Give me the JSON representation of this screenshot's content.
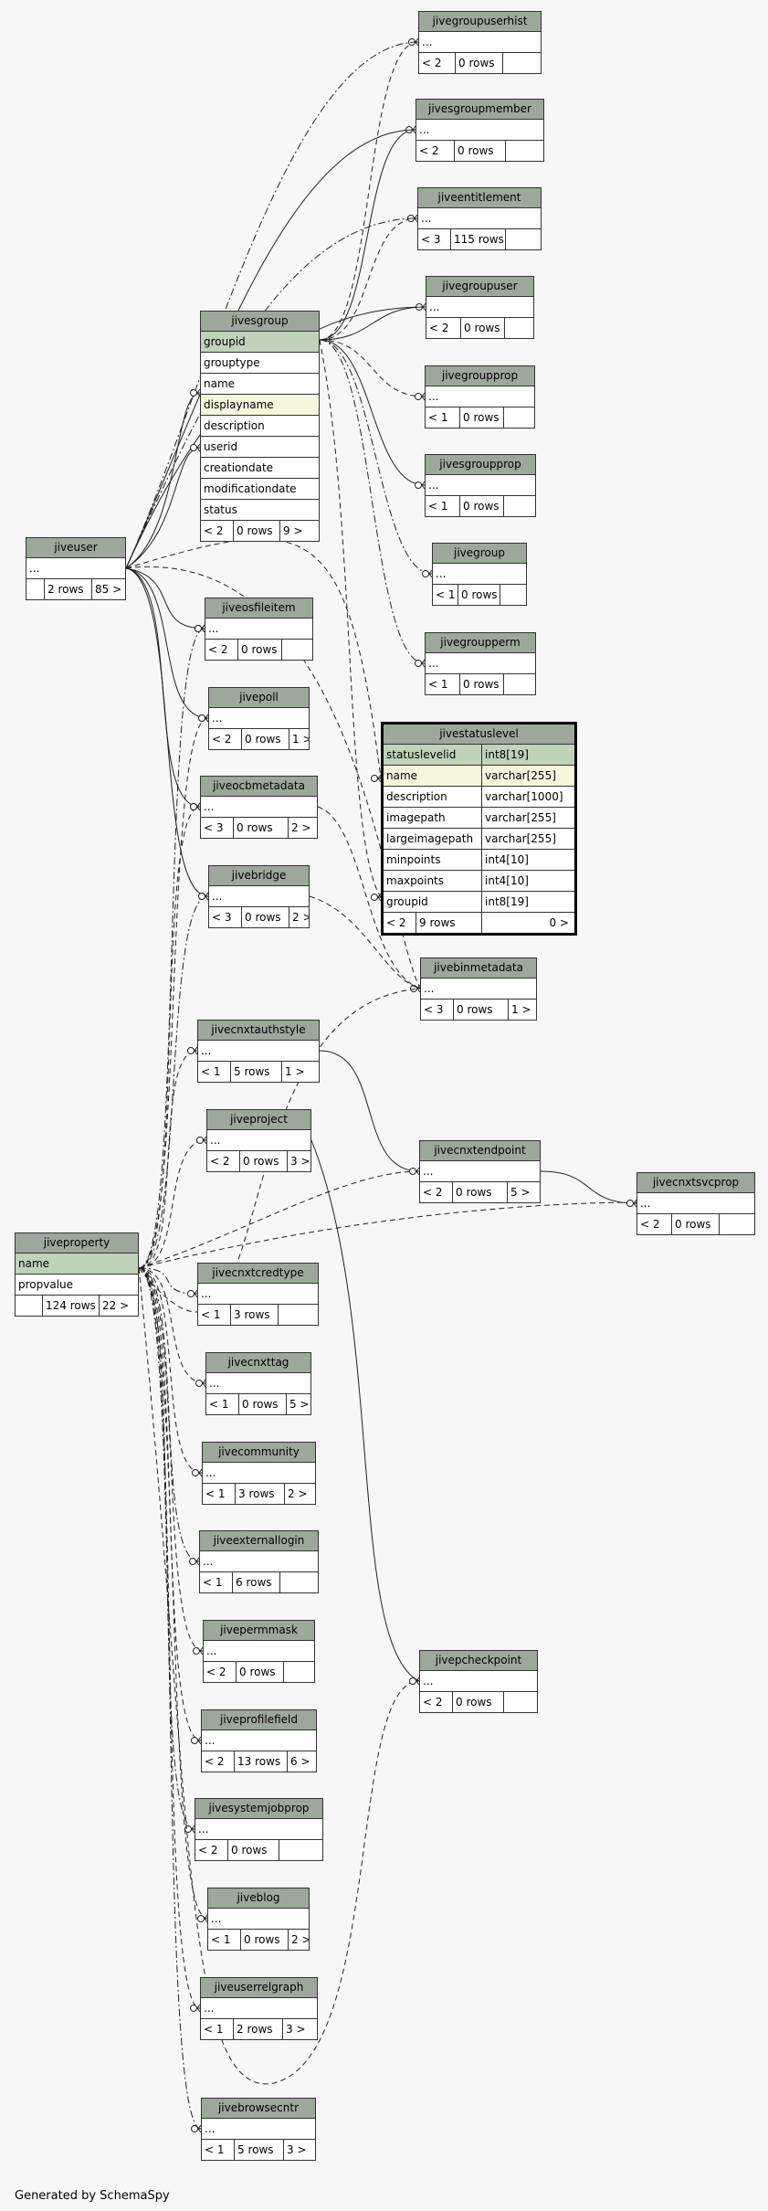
{
  "footer": {
    "generated_by": "Generated by SchemaSpy"
  },
  "focus_table": {
    "name": "jivestatuslevel",
    "columns": [
      {
        "name": "statuslevelid",
        "type": "int8[19]",
        "key": "pk"
      },
      {
        "name": "name",
        "type": "varchar[255]",
        "key": "idx"
      },
      {
        "name": "description",
        "type": "varchar[1000]",
        "key": ""
      },
      {
        "name": "imagepath",
        "type": "varchar[255]",
        "key": ""
      },
      {
        "name": "largeimagepath",
        "type": "varchar[255]",
        "key": ""
      },
      {
        "name": "minpoints",
        "type": "int4[10]",
        "key": ""
      },
      {
        "name": "maxpoints",
        "type": "int4[10]",
        "key": ""
      },
      {
        "name": "groupid",
        "type": "int8[19]",
        "key": ""
      }
    ],
    "parents": "< 2",
    "rows": "9 rows",
    "children": "0 >"
  },
  "tables": {
    "jivegroup_main": {
      "name": "jivesgroup",
      "rows_list": [
        {
          "text": "groupid",
          "key": "pk"
        },
        {
          "text": "grouptype",
          "key": ""
        },
        {
          "text": "name",
          "key": ""
        },
        {
          "text": "displayname",
          "key": "idx"
        },
        {
          "text": "description",
          "key": ""
        },
        {
          "text": "userid",
          "key": ""
        },
        {
          "text": "creationdate",
          "key": ""
        },
        {
          "text": "modificationdate",
          "key": ""
        },
        {
          "text": "status",
          "key": ""
        }
      ],
      "footer": [
        "< 2",
        "0 rows",
        "9 >"
      ]
    },
    "jiveuser": {
      "name": "jiveuser",
      "rows_list": [
        {
          "text": "...",
          "key": ""
        }
      ],
      "footer": [
        "",
        "2 rows",
        "85 >"
      ]
    },
    "jiveproperty": {
      "name": "jiveproperty",
      "rows_list": [
        {
          "text": "name",
          "key": "pk"
        },
        {
          "text": "propvalue",
          "key": ""
        }
      ],
      "footer": [
        "",
        "124 rows",
        "22 >"
      ]
    },
    "jivegroupuserhist": {
      "name": "jivegroupuserhist",
      "rows_list": [
        {
          "text": "...",
          "key": ""
        }
      ],
      "footer": [
        "< 2",
        "0 rows",
        ""
      ]
    },
    "jivesgroupmember": {
      "name": "jivesgroupmember",
      "rows_list": [
        {
          "text": "...",
          "key": ""
        }
      ],
      "footer": [
        "< 2",
        "0 rows",
        ""
      ]
    },
    "jiveentitlement": {
      "name": "jiveentitlement",
      "rows_list": [
        {
          "text": "...",
          "key": ""
        }
      ],
      "footer": [
        "< 3",
        "115 rows",
        ""
      ]
    },
    "jivegroupuser": {
      "name": "jivegroupuser",
      "rows_list": [
        {
          "text": "...",
          "key": ""
        }
      ],
      "footer": [
        "< 2",
        "0 rows",
        ""
      ]
    },
    "jivegroupprop": {
      "name": "jivegroupprop",
      "rows_list": [
        {
          "text": "...",
          "key": ""
        }
      ],
      "footer": [
        "< 1",
        "0 rows",
        ""
      ]
    },
    "jivesgroupprop": {
      "name": "jivesgroupprop",
      "rows_list": [
        {
          "text": "...",
          "key": ""
        }
      ],
      "footer": [
        "< 1",
        "0 rows",
        ""
      ]
    },
    "jivegroup": {
      "name": "jivegroup",
      "rows_list": [
        {
          "text": "...",
          "key": ""
        }
      ],
      "footer": [
        "< 1",
        "0 rows",
        ""
      ]
    },
    "jivegroupperm": {
      "name": "jivegroupperm",
      "rows_list": [
        {
          "text": "...",
          "key": ""
        }
      ],
      "footer": [
        "< 1",
        "0 rows",
        ""
      ]
    },
    "jiveosfileitem": {
      "name": "jiveosfileitem",
      "rows_list": [
        {
          "text": "...",
          "key": ""
        }
      ],
      "footer": [
        "< 2",
        "0 rows",
        ""
      ]
    },
    "jivepoll": {
      "name": "jivepoll",
      "rows_list": [
        {
          "text": "...",
          "key": ""
        }
      ],
      "footer": [
        "< 2",
        "0 rows",
        "1 >"
      ]
    },
    "jiveocbmetadata": {
      "name": "jiveocbmetadata",
      "rows_list": [
        {
          "text": "...",
          "key": ""
        }
      ],
      "footer": [
        "< 3",
        "0 rows",
        "2 >"
      ]
    },
    "jivebridge": {
      "name": "jivebridge",
      "rows_list": [
        {
          "text": "...",
          "key": ""
        }
      ],
      "footer": [
        "< 3",
        "0 rows",
        "2 >"
      ]
    },
    "jivebinmetadata": {
      "name": "jivebinmetadata",
      "rows_list": [
        {
          "text": "...",
          "key": ""
        }
      ],
      "footer": [
        "< 3",
        "0 rows",
        "1 >"
      ]
    },
    "jivecnxtauthstyle": {
      "name": "jivecnxtauthstyle",
      "rows_list": [
        {
          "text": "...",
          "key": ""
        }
      ],
      "footer": [
        "< 1",
        "5 rows",
        "1 >"
      ]
    },
    "jiveproject": {
      "name": "jiveproject",
      "rows_list": [
        {
          "text": "...",
          "key": ""
        }
      ],
      "footer": [
        "< 2",
        "0 rows",
        "3 >"
      ]
    },
    "jivecnxtendpoint": {
      "name": "jivecnxtendpoint",
      "rows_list": [
        {
          "text": "...",
          "key": ""
        }
      ],
      "footer": [
        "< 2",
        "0 rows",
        "5 >"
      ]
    },
    "jivecnxtsvcprop": {
      "name": "jivecnxtsvcprop",
      "rows_list": [
        {
          "text": "...",
          "key": ""
        }
      ],
      "footer": [
        "< 2",
        "0 rows",
        ""
      ]
    },
    "jivecnxtcredtype": {
      "name": "jivecnxtcredtype",
      "rows_list": [
        {
          "text": "...",
          "key": ""
        }
      ],
      "footer": [
        "< 1",
        "3 rows",
        ""
      ]
    },
    "jivecnxttag": {
      "name": "jivecnxttag",
      "rows_list": [
        {
          "text": "...",
          "key": ""
        }
      ],
      "footer": [
        "< 1",
        "0 rows",
        "5 >"
      ]
    },
    "jivecommunity": {
      "name": "jivecommunity",
      "rows_list": [
        {
          "text": "...",
          "key": ""
        }
      ],
      "footer": [
        "< 1",
        "3 rows",
        "2 >"
      ]
    },
    "jiveexternallogin": {
      "name": "jiveexternallogin",
      "rows_list": [
        {
          "text": "...",
          "key": ""
        }
      ],
      "footer": [
        "< 1",
        "6 rows",
        ""
      ]
    },
    "jivepermmask": {
      "name": "jivepermmask",
      "rows_list": [
        {
          "text": "...",
          "key": ""
        }
      ],
      "footer": [
        "< 2",
        "0 rows",
        ""
      ]
    },
    "jiveprofilefield": {
      "name": "jiveprofilefield",
      "rows_list": [
        {
          "text": "...",
          "key": ""
        }
      ],
      "footer": [
        "< 2",
        "13 rows",
        "6 >"
      ]
    },
    "jivepcheckpoint": {
      "name": "jivepcheckpoint",
      "rows_list": [
        {
          "text": "...",
          "key": ""
        }
      ],
      "footer": [
        "< 2",
        "0 rows",
        ""
      ]
    },
    "jivesystemjobprop": {
      "name": "jivesystemjobprop",
      "rows_list": [
        {
          "text": "...",
          "key": ""
        }
      ],
      "footer": [
        "< 2",
        "0 rows",
        ""
      ]
    },
    "jiveblog": {
      "name": "jiveblog",
      "rows_list": [
        {
          "text": "...",
          "key": ""
        }
      ],
      "footer": [
        "< 1",
        "0 rows",
        "2 >"
      ]
    },
    "jiveuserrelgraph": {
      "name": "jiveuserrelgraph",
      "rows_list": [
        {
          "text": "...",
          "key": ""
        }
      ],
      "footer": [
        "< 1",
        "2 rows",
        "3 >"
      ]
    },
    "jivebrowsecntr": {
      "name": "jivebrowsecntr",
      "rows_list": [
        {
          "text": "...",
          "key": ""
        }
      ],
      "footer": [
        "< 1",
        "5 rows",
        "3 >"
      ]
    }
  },
  "colors": {
    "header": "#9ca89a",
    "primary_key_row": "#bfd3bb",
    "indexed_row": "#f4f7dc",
    "background": "#f7f7f7"
  }
}
